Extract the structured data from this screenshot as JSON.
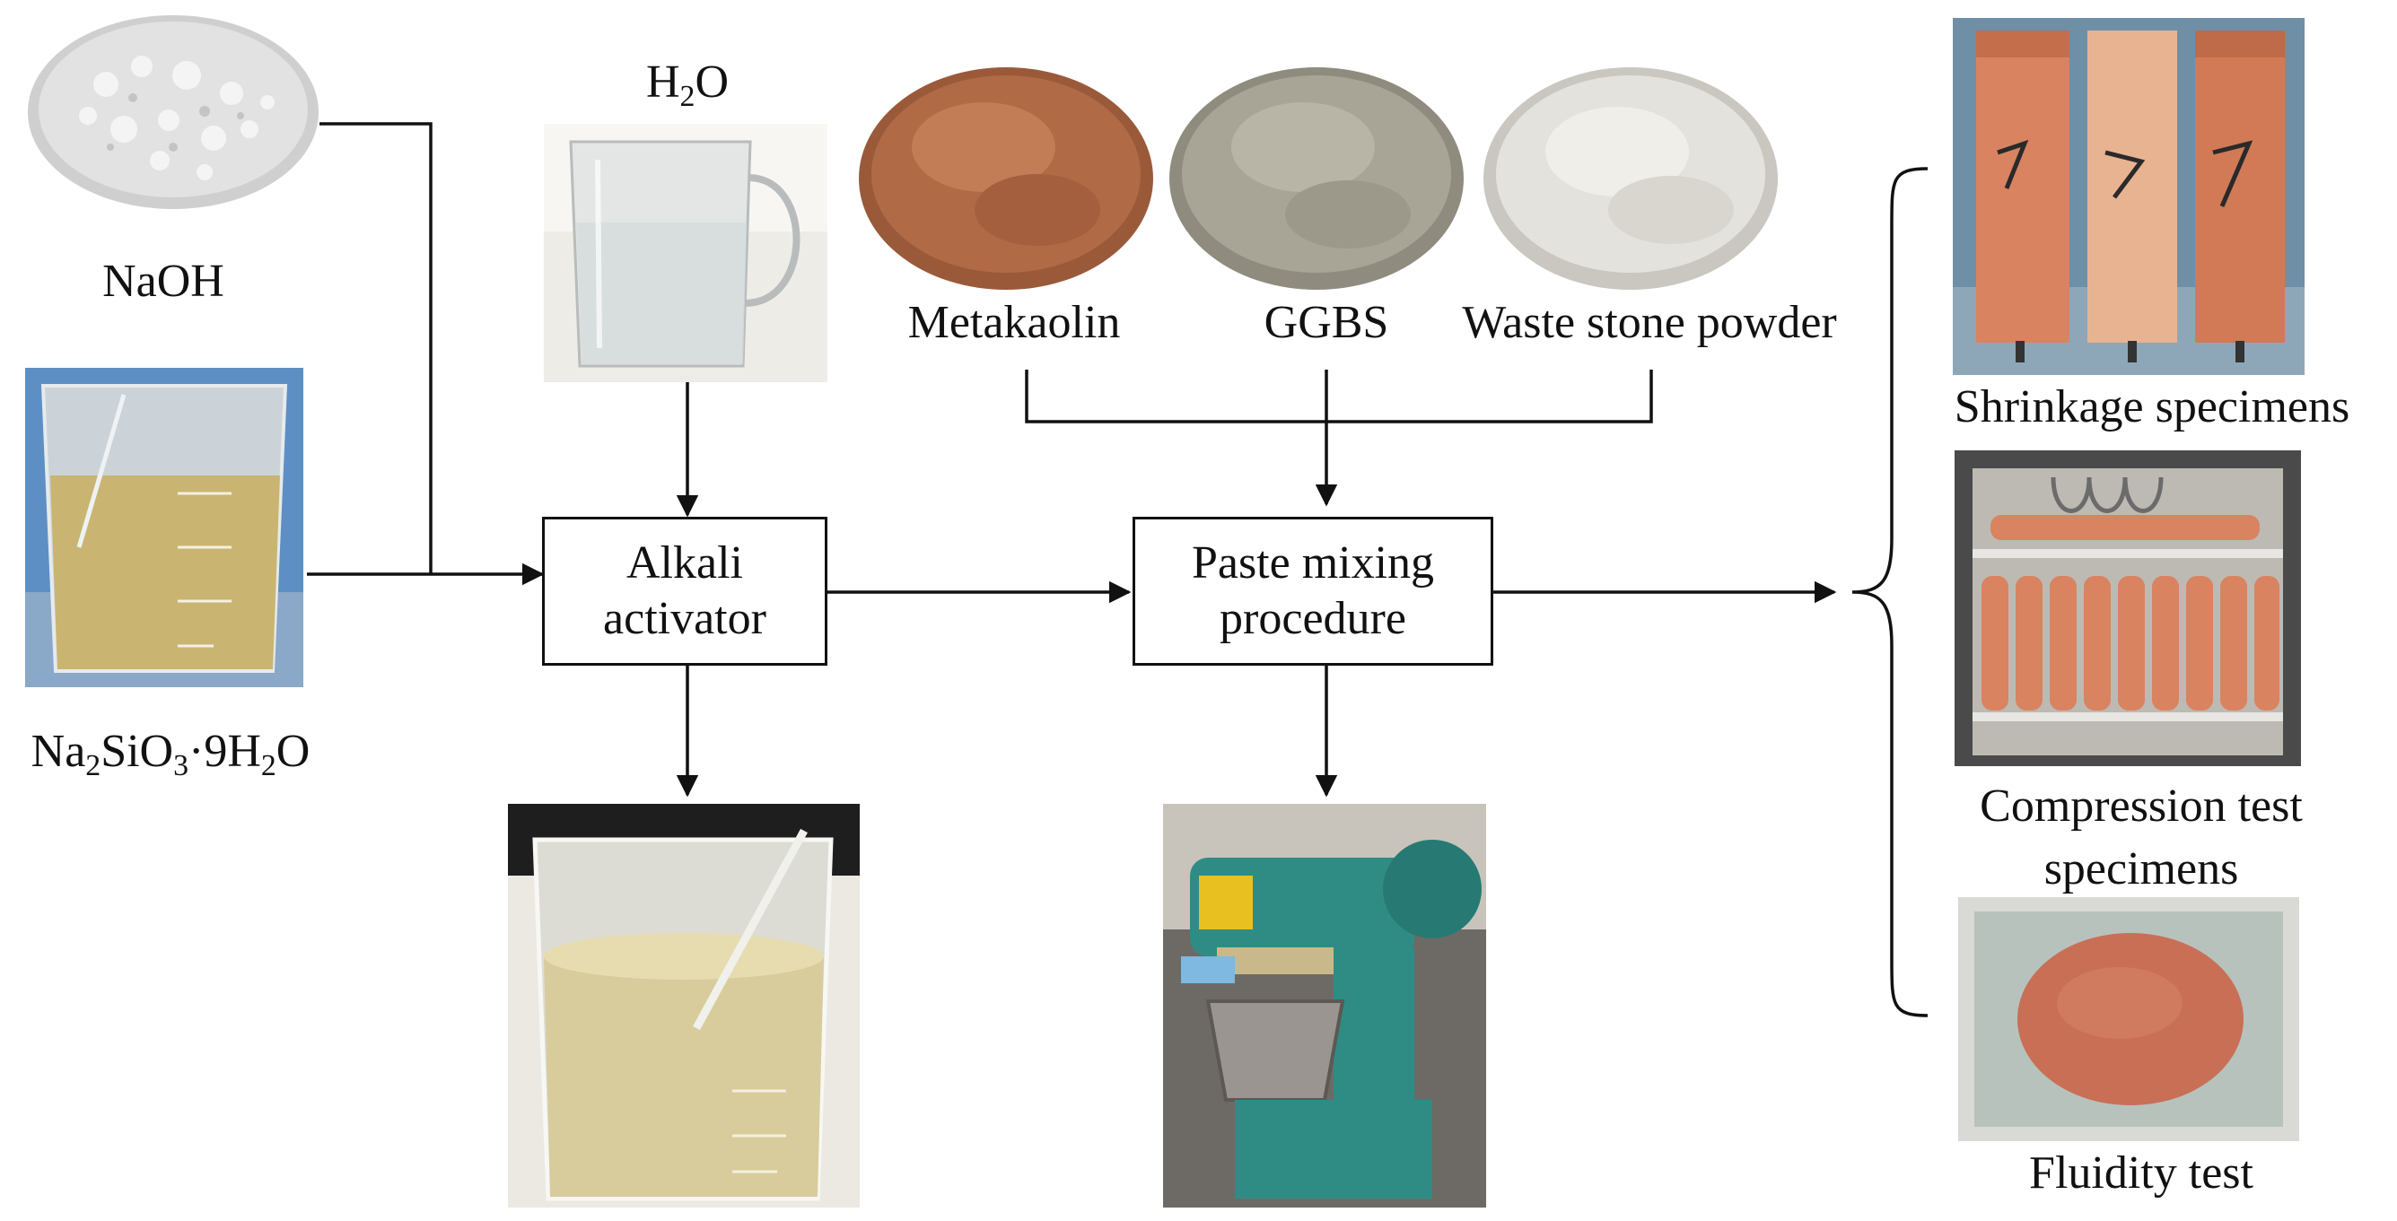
{
  "inputs": {
    "naoh": "NaOH",
    "water": {
      "base": "H",
      "sub": "2",
      "tail": "O"
    },
    "silicate": {
      "p1": "Na",
      "s1": "2",
      "p2": "SiO",
      "s2": "3",
      "p3": "·9H",
      "s3": "2",
      "p4": "O"
    },
    "metakaolin": "Metakaolin",
    "ggbs": "GGBS",
    "waste_stone_powder": "Waste stone powder"
  },
  "process": {
    "alkali_activator": {
      "line1": "Alkali",
      "line2": "activator"
    },
    "paste_mixing": {
      "line1": "Paste mixing",
      "line2": "procedure"
    }
  },
  "outputs": {
    "shrinkage": "Shrinkage specimens",
    "compression": {
      "line1": "Compression test",
      "line2": "specimens"
    },
    "fluidity": "Fluidity test"
  },
  "colors": {
    "line": "#111111",
    "metakaolin_powder": "#b06a45",
    "ggbs_powder": "#a8a596",
    "waste_powder": "#e4e2dc",
    "naoh_flakes": "#dcdcdc",
    "specimen": "#d98360",
    "mixer_body": "#2f8c84",
    "liquid": "#d8cc9c"
  }
}
